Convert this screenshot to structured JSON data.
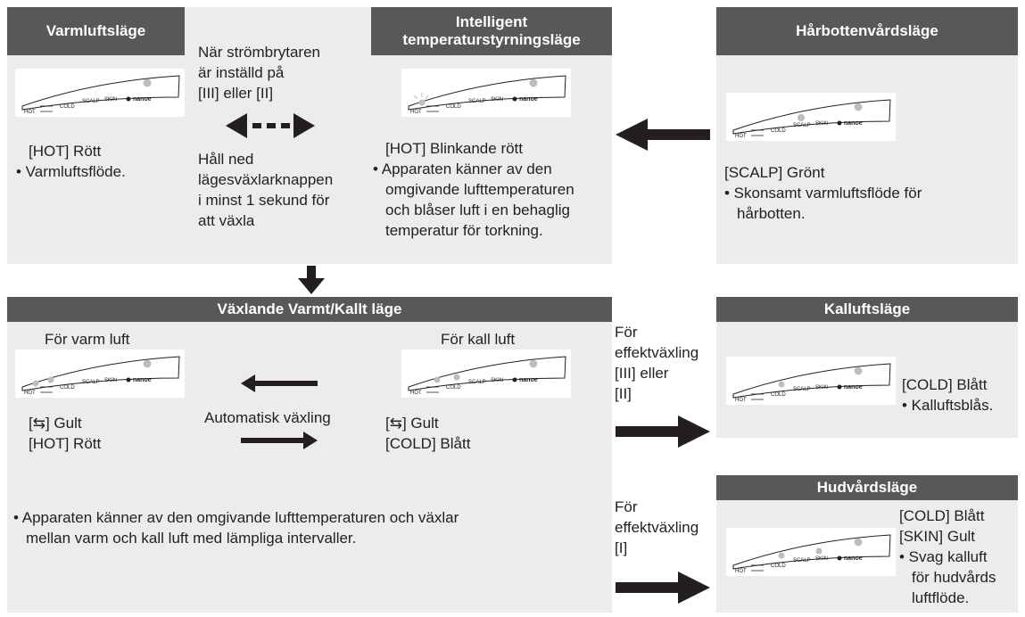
{
  "indicator": {
    "hot": "HOT",
    "cold": "COLD",
    "scalp": "SCALP",
    "skin": "SKIN",
    "nanoe": "nanoe"
  },
  "warm_mode": {
    "title": "Varmluftsläge",
    "lines": [
      "[HOT] Rött",
      "• Varmluftsflöde."
    ]
  },
  "switch_note": {
    "lines": [
      "När strömbrytaren",
      "är inställd på",
      "[III] eller [II]"
    ],
    "hold_lines": [
      "Håll ned",
      "lägesväxlarknappen",
      "i minst 1 sekund för",
      "att växla"
    ]
  },
  "intelligent_mode": {
    "title_lines": [
      "Intelligent",
      "temperaturstyrningsläge"
    ],
    "lines": [
      "[HOT] Blinkande rött",
      "• Apparaten känner av den",
      "omgivande lufttemperaturen",
      "och blåser luft i en behaglig",
      "temperatur för torkning."
    ]
  },
  "scalp_mode": {
    "title": "Hårbottenvårdsläge",
    "lines": [
      "[SCALP] Grönt",
      "• Skonsamt varmluftsflöde för",
      "hårbotten."
    ]
  },
  "alternating_mode": {
    "title": "Växlande Varmt/Kallt läge",
    "warm_label": "För varm luft",
    "cold_label": "För kall luft",
    "warm_lines": [
      "[⇆] Gult",
      "[HOT] Rött"
    ],
    "cold_lines": [
      "[⇆] Gult",
      "[COLD] Blått"
    ],
    "auto_label": "Automatisk växling",
    "desc_lines": [
      "• Apparaten känner av den omgivande lufttemperaturen och växlar",
      "mellan varm och kall luft med lämpliga intervaller."
    ]
  },
  "power_switch_1": {
    "lines": [
      "För",
      "effektväxling",
      "[III] eller",
      "[II]"
    ]
  },
  "power_switch_2": {
    "lines": [
      "För",
      "effektväxling",
      "[I]"
    ]
  },
  "cold_mode": {
    "title": "Kalluftsläge",
    "lines": [
      "[COLD] Blått",
      "• Kalluftsblås."
    ]
  },
  "skin_mode": {
    "title": "Hudvårdsläge",
    "lines": [
      "[COLD] Blått",
      "[SKIN] Gult",
      "• Svag kalluft",
      "för hudvårds",
      "luftflöde."
    ]
  }
}
